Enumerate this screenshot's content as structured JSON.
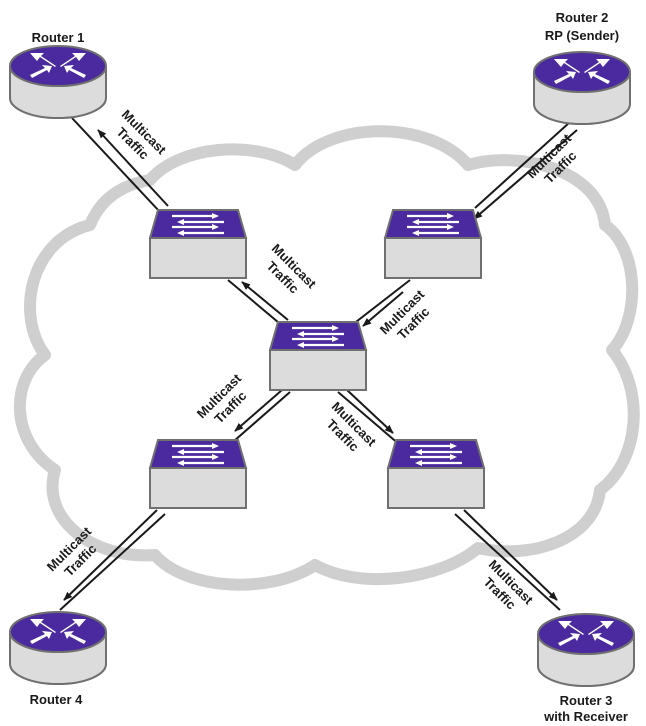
{
  "colors": {
    "device_top": "#4a2a9e",
    "device_body": "#dcdcdc",
    "device_edge": "#707070",
    "cloud_fill": "#ffffff",
    "cloud_stroke": "#cfcfcf",
    "link": "#1a1a1a"
  },
  "routers": {
    "router1": {
      "label": "Router 1"
    },
    "router2": {
      "line1": "Router 2",
      "line2": "RP (Sender)"
    },
    "router3": {
      "line1": "Router 3",
      "line2": "with Receiver"
    },
    "router4": {
      "label": "Router 4"
    }
  },
  "traffic_label": {
    "line1": "Multicast",
    "line2": "Traffic"
  },
  "icons": {
    "router": "router-crossed-arrows-icon",
    "switch": "switch-arrows-icon"
  }
}
